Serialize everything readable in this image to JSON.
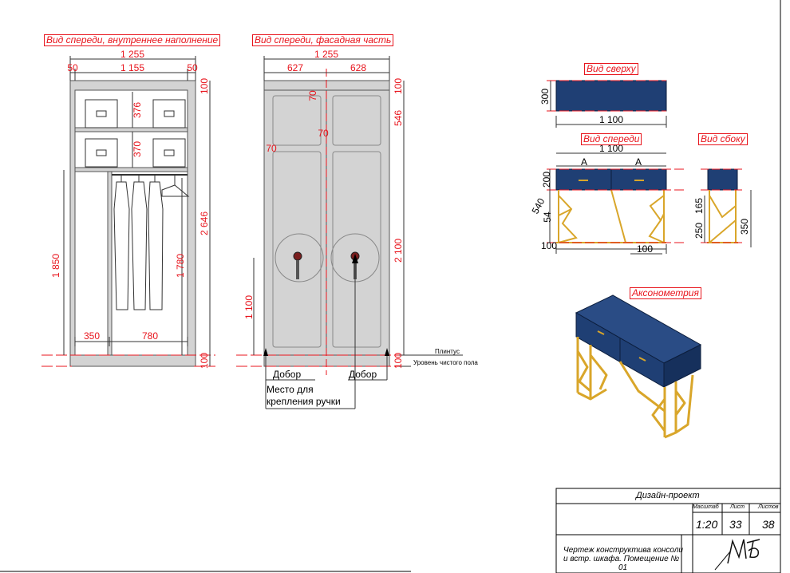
{
  "views": {
    "wardrobe_inner": "Вид спереди, внутреннее наполнение",
    "wardrobe_facade": "Вид спереди, фасадная часть",
    "top_view": "Вид сверху",
    "console_front": "Вид спереди",
    "console_side": "Вид сбоку",
    "axonometry": "Аксонометрия"
  },
  "dims_inner": {
    "total_width": "1 255",
    "left_side": "50",
    "inner_width": "1 155",
    "right_side": "50",
    "shelf1": "376",
    "shelf2": "370",
    "total_height": "2 646",
    "top_panel": "100",
    "bottom_panel": "100",
    "rod_height": "1 850",
    "hanging": "1 780",
    "left_sect": "350",
    "right_sect": "780"
  },
  "dims_facade": {
    "total_width": "1 255",
    "left_door": "627",
    "right_door": "628",
    "m1": "70",
    "m2": "70",
    "m3": "70",
    "top": "100",
    "upper": "546",
    "lower": "2 100",
    "handle_h": "1 100",
    "base": "100"
  },
  "facade_notes": {
    "plinth": "Плинтус",
    "floor": "Уровень чистого пола",
    "dobor_l": "Добор",
    "dobor_r": "Добор",
    "handle_line1": "Место для",
    "handle_line2": "крепления ручки"
  },
  "dims_console": {
    "top_depth": "300",
    "top_width": "1 100",
    "front_width": "1 100",
    "drawer_a1": "А",
    "drawer_a2": "А",
    "drawer_h": "200",
    "d1": "540",
    "d2": "54",
    "foot": "100",
    "foot2": "100",
    "s1": "165",
    "s2": "250",
    "s3": "350"
  },
  "title_block": {
    "project": "Дизайн-проект",
    "scale_label": "Масштаб",
    "sheet_label": "Лист",
    "sheets_label": "Листов",
    "scale": "1:20",
    "sheet": "33",
    "sheets": "38",
    "description_l1": "Чертеж конструктива консоли",
    "description_l2": "и встр. шкафа. Помещение №",
    "description_l3": "01"
  },
  "colors": {
    "red": "#e8141c",
    "navy": "#1f3f74",
    "gold": "#d9a62a",
    "panel": "#d3d3d3"
  }
}
